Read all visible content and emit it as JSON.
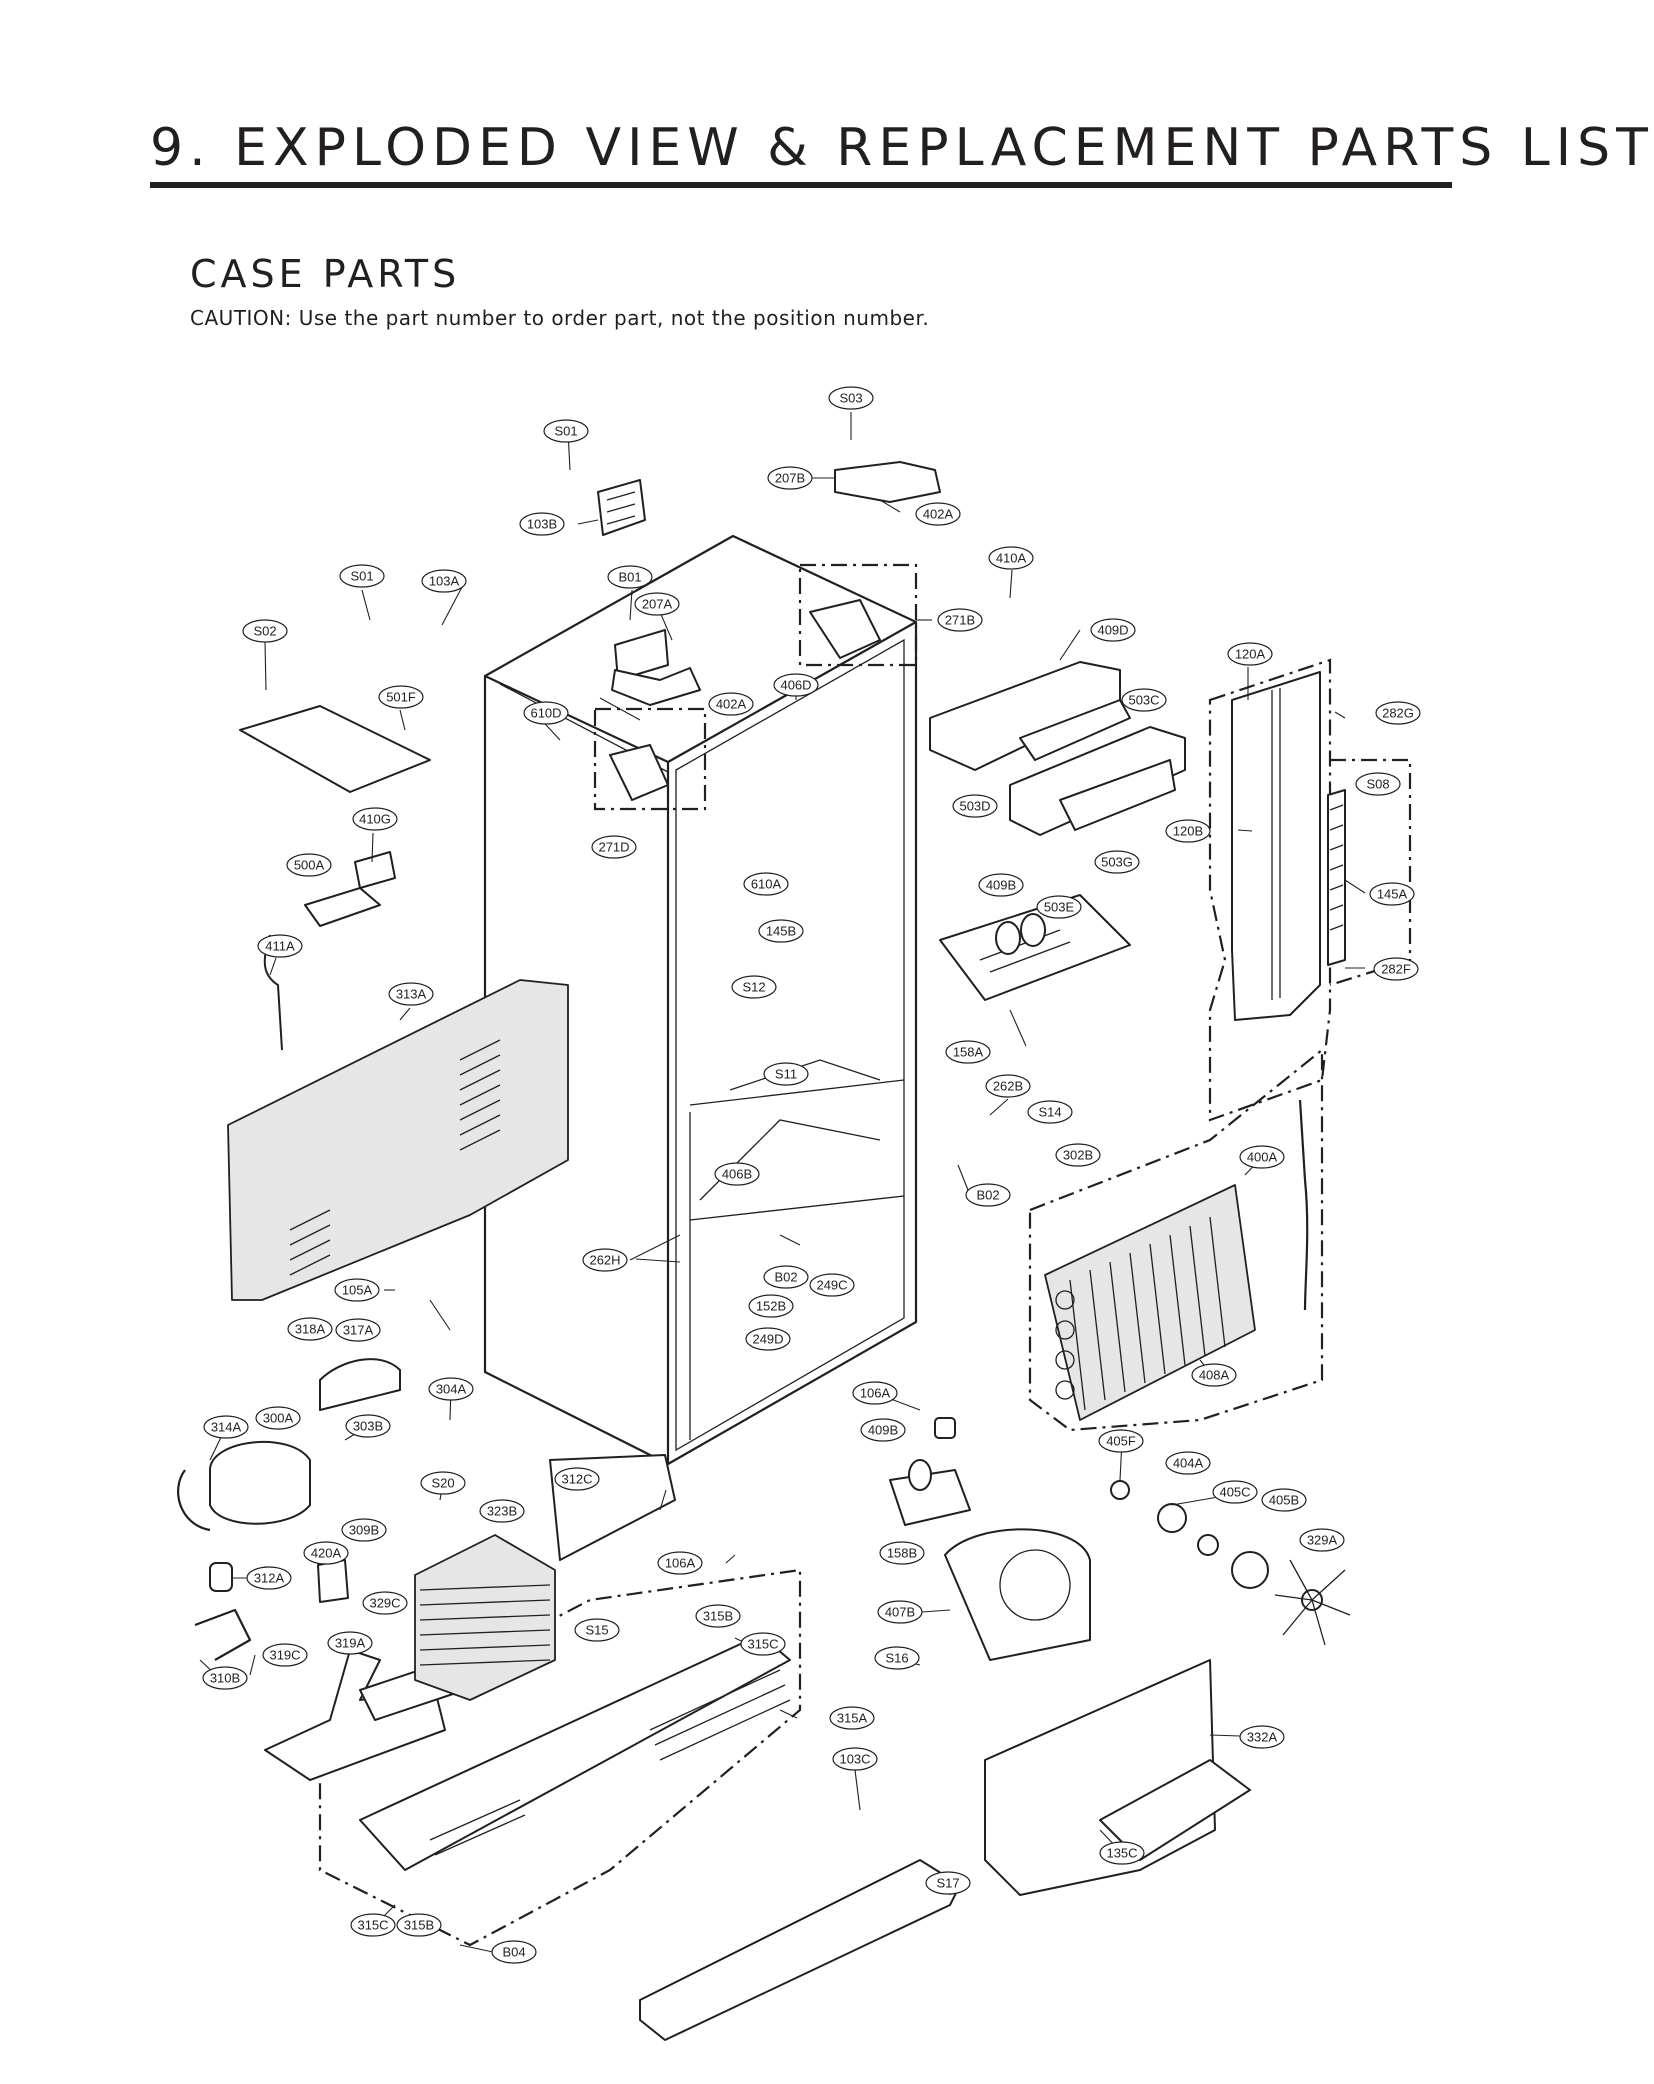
{
  "page": {
    "title": "9. EXPLODED VIEW & REPLACEMENT PARTS LIST",
    "section_title": "CASE PARTS",
    "caution": "CAUTION: Use the part number to order part, not the position number."
  },
  "callouts": [
    "S03",
    "S01",
    "207B",
    "402A",
    "103B",
    "410A",
    "S01",
    "103A",
    "B01",
    "207A",
    "271B",
    "409D",
    "S02",
    "120A",
    "501F",
    "406D",
    "402A",
    "503C",
    "282G",
    "610D",
    "S08",
    "410G",
    "271D",
    "503D",
    "120B",
    "145A",
    "500A",
    "610A",
    "409B",
    "503E",
    "503G",
    "145B",
    "411A",
    "313A",
    "S12",
    "282F",
    "S11",
    "158A",
    "262B",
    "S14",
    "302B",
    "400A",
    "406B",
    "B02",
    "262H",
    "B02",
    "249C",
    "152B",
    "105A",
    "318A",
    "317A",
    "249D",
    "408A",
    "304A",
    "106A",
    "314A",
    "300A",
    "303B",
    "409B",
    "405F",
    "404A",
    "312C",
    "S20",
    "323B",
    "405C",
    "405B",
    "309B",
    "329A",
    "420A",
    "106A",
    "158B",
    "312A",
    "329C",
    "407B",
    "315B",
    "S15",
    "315C",
    "319C",
    "319A",
    "S16",
    "310B",
    "315A",
    "332A",
    "103C",
    "S17",
    "315C",
    "315B",
    "135C",
    "B04"
  ]
}
